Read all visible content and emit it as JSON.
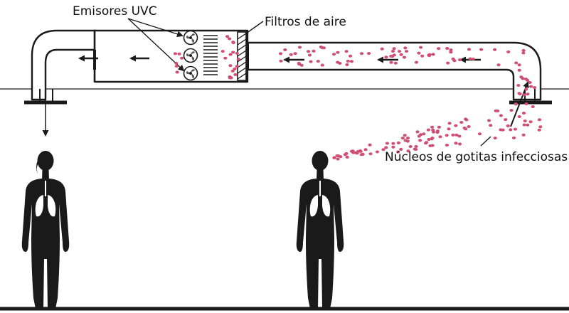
{
  "labels": {
    "uvc": "Emisores UVC",
    "filters": "Filtros de aire",
    "droplets": "Núcleos de gotitas infecciosas"
  },
  "colors": {
    "ink": "#1a1a1a",
    "droplet": "#cf4f72",
    "lungs": "#ffffff"
  },
  "icons": {
    "uvc_emitter": "fan-icon",
    "person": "person-silhouette-icon",
    "flow": "arrow-left-icon"
  }
}
